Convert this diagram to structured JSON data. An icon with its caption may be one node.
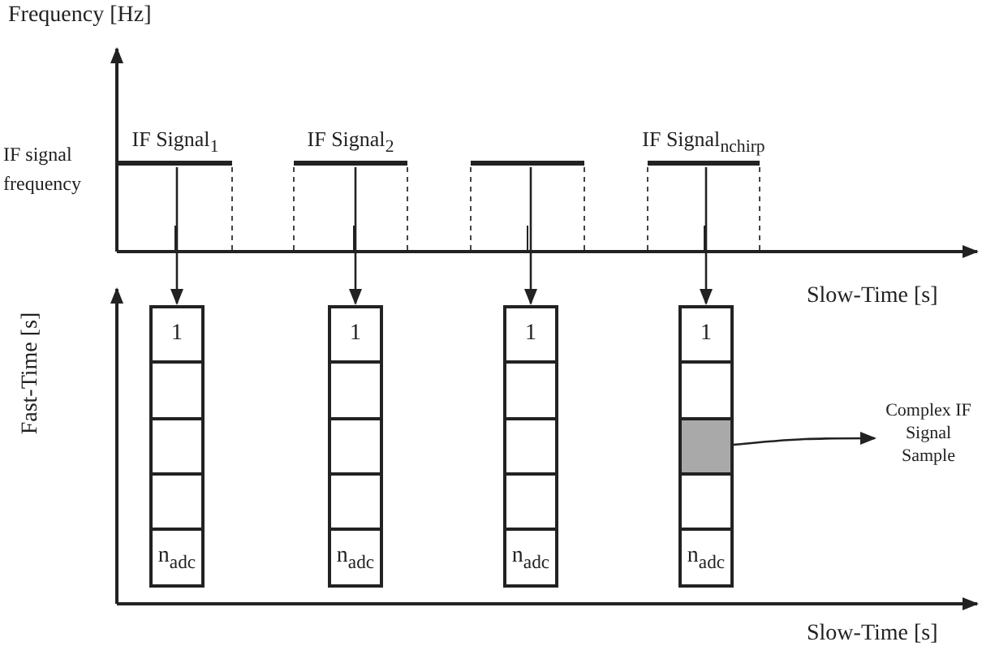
{
  "diagram": {
    "nodes": [
      {
        "text": [
          "IF Signal$_{1}$"
        ]
      },
      {
        "text": [
          "IF Signal$_{2}$"
        ]
      },
      {
        "text": [],
        "shape": "bar"
      },
      {
        "text": [
          "IF Signal$_{nchirp}$"
        ]
      },
      {
        "text": [
          "1"
        ]
      },
      {
        "text": [],
        "shape": "box"
      },
      {
        "text": [],
        "shape": "box"
      },
      {
        "text": [],
        "shape": "box"
      },
      {
        "text": [
          "n$_{adc}$"
        ]
      },
      {
        "text": [
          "1"
        ]
      },
      {
        "text": [],
        "shape": "box"
      },
      {
        "text": [],
        "shape": "box"
      },
      {
        "text": [],
        "shape": "box"
      },
      {
        "text": [
          "n$_{adc}$"
        ]
      },
      {
        "text": [
          "1"
        ]
      },
      {
        "text": [],
        "shape": "box"
      },
      {
        "text": [],
        "shape": "box"
      },
      {
        "text": [],
        "shape": "box"
      },
      {
        "text": [
          "n$_{adc}$"
        ]
      },
      {
        "text": [
          "1"
        ]
      },
      {
        "text": [],
        "shape": "box"
      },
      {
        "text": [],
        "shape": "box"
      },
      {
        "text": [],
        "shape": "box"
      },
      {
        "text": [
          "n$_{adc}$"
        ]
      },
      {
        "text": [
          "Complex IF Signal Sample"
        ]
      }
    ],
    "edges": [
      {
        "from": 0,
        "to": 4,
        "arrow": "to"
      },
      {
        "from": 1,
        "to": 9,
        "arrow": "to"
      },
      {
        "from": 2,
        "to": 14,
        "arrow": "to"
      },
      {
        "from": 3,
        "to": 19,
        "arrow": "to"
      },
      {
        "from": 21,
        "to": 24,
        "arrow": "to"
      }
    ],
    "labels": [
      "Frequency [Hz]",
      "IF signal frequency",
      "Slow-Time [s]",
      "Fast-Time [s]",
      "Slow-Time [s]"
    ]
  }
}
